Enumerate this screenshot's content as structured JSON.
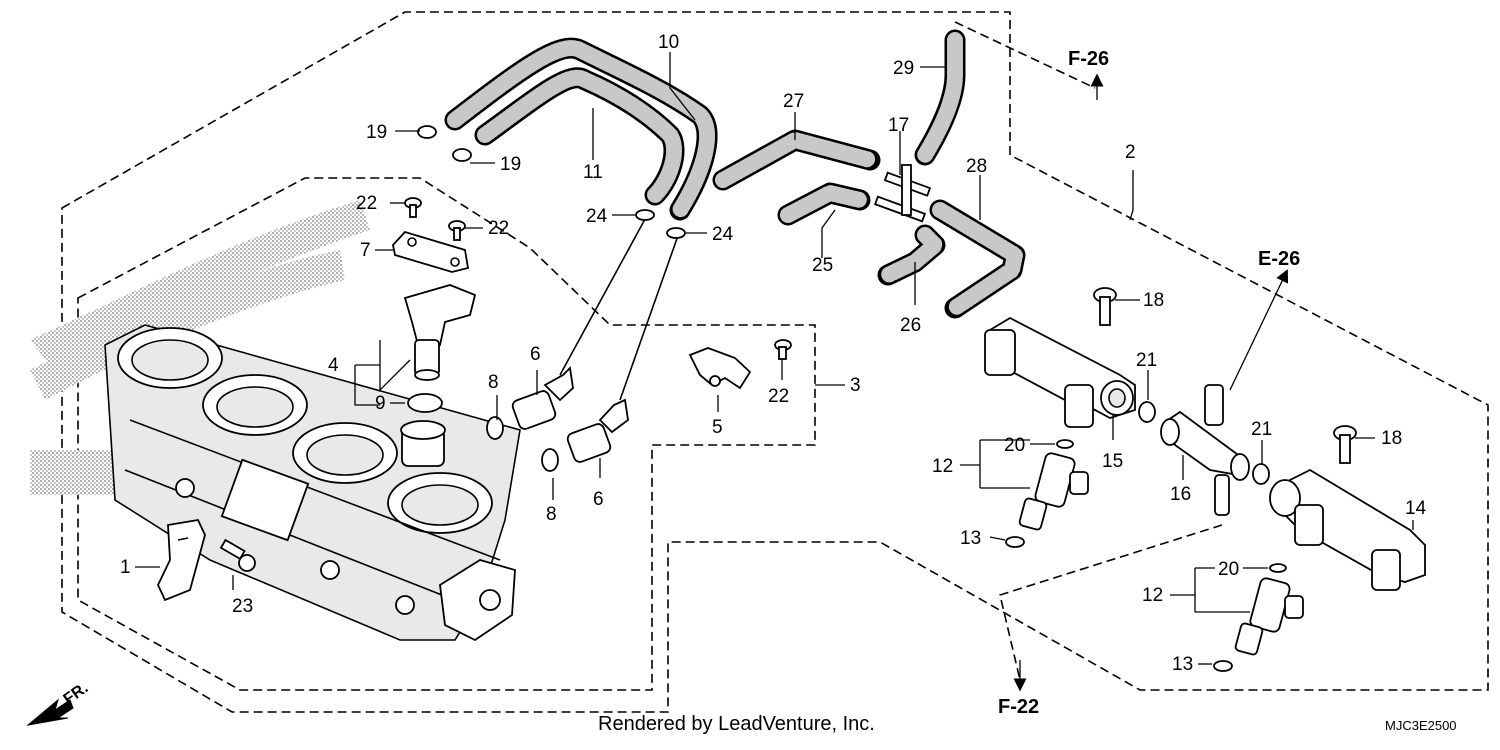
{
  "diagram": {
    "footer_credit": "Rendered by LeadVenture, Inc.",
    "diagram_code": "MJC3E2500",
    "direction_label": "FR.",
    "references": {
      "f26": "F-26",
      "e26": "E-26",
      "f22": "F-22"
    },
    "part_numbers": {
      "p1": "1",
      "p2": "2",
      "p3": "3",
      "p4": "4",
      "p5": "5",
      "p6a": "6",
      "p6b": "6",
      "p7": "7",
      "p8a": "8",
      "p8b": "8",
      "p9": "9",
      "p10": "10",
      "p11": "11",
      "p12a": "12",
      "p12b": "12",
      "p13a": "13",
      "p13b": "13",
      "p14": "14",
      "p15": "15",
      "p16": "16",
      "p17": "17",
      "p18a": "18",
      "p18b": "18",
      "p19a": "19",
      "p19b": "19",
      "p20a": "20",
      "p20b": "20",
      "p21a": "21",
      "p21b": "21",
      "p22a": "22",
      "p22b": "22",
      "p22c": "22",
      "p23": "23",
      "p24a": "24",
      "p24b": "24",
      "p25": "25",
      "p26": "26",
      "p27": "27",
      "p28": "28",
      "p29": "29"
    }
  }
}
